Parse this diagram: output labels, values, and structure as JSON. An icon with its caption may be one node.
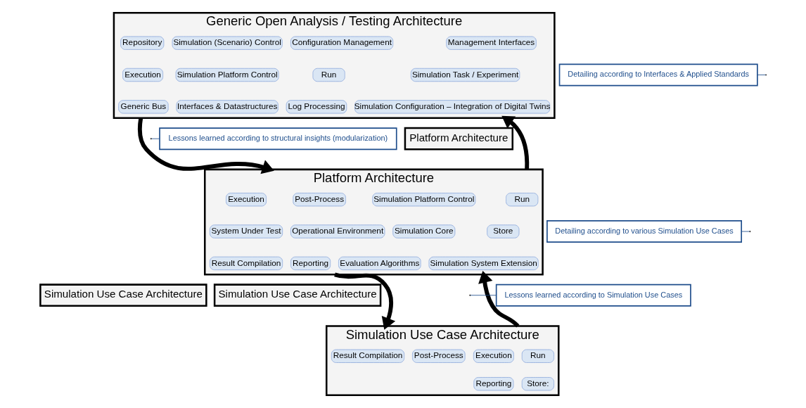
{
  "diagram": {
    "nodes": [
      {
        "text": [
          "Generic Open Analysis / Testing Architecture"
        ]
      },
      {
        "text": [
          "Platform Architecture"
        ]
      },
      {
        "text": [
          "Platform Architecture"
        ]
      },
      {
        "text": [
          "Simulation Use Case Architecture"
        ]
      },
      {
        "text": [
          "Simulation Use Case Architecture"
        ]
      },
      {
        "text": [
          "Simulation Use Case Architecture"
        ]
      },
      {
        "text": [
          "Detailing according to Interfaces & Applied Standards"
        ]
      },
      {
        "text": [
          "Detailing according to various Simulation Use Cases"
        ]
      },
      {
        "text": [
          "Lessons learned according to structural insights (modularization)"
        ]
      },
      {
        "text": [
          "Lessons learned according to Simulation Use Cases"
        ]
      },
      {
        "text": [
          "Management Interfaces"
        ],
        "in": 0
      },
      {
        "text": [
          "Configuration Management"
        ],
        "in": 0
      },
      {
        "text": [
          "Simulation (Scenario) Control"
        ],
        "in": 0
      },
      {
        "text": [
          "Repository"
        ],
        "in": 0
      },
      {
        "text": [
          "Simulation Task / Experiment"
        ],
        "in": 0
      },
      {
        "text": [
          "Run"
        ],
        "in": 0
      },
      {
        "text": [
          "Simulation Platform Control"
        ],
        "in": 0
      },
      {
        "text": [
          "Execution"
        ],
        "in": 0
      },
      {
        "text": [
          "Simulation Configuration – Integration of Digital Twins"
        ],
        "in": 0
      },
      {
        "text": [
          "Log Processing"
        ],
        "in": 0
      },
      {
        "text": [
          "Interfaces & Datastructures"
        ],
        "in": 0
      },
      {
        "text": [
          "Generic Bus"
        ],
        "in": 0
      },
      {
        "text": [
          "Run"
        ],
        "in": 2
      },
      {
        "text": [
          "Simulation Platform Control"
        ],
        "in": 2
      },
      {
        "text": [
          "Execution"
        ],
        "in": 2
      },
      {
        "text": [
          "Post-Process"
        ],
        "in": 2
      },
      {
        "text": [
          "Store"
        ],
        "in": 2
      },
      {
        "text": [
          "Simulation Core"
        ],
        "in": 2
      },
      {
        "text": [
          "System Under Test"
        ],
        "in": 2
      },
      {
        "text": [
          "Operational Environment"
        ],
        "in": 2
      },
      {
        "text": [
          "Simulation System Extension"
        ],
        "in": 2
      },
      {
        "text": [
          "Evaluation Algorithms"
        ],
        "in": 2
      },
      {
        "text": [
          "Result Compilation"
        ],
        "in": 2
      },
      {
        "text": [
          "Reporting"
        ],
        "in": 2
      },
      {
        "text": [
          "Run"
        ],
        "in": 5
      },
      {
        "text": [
          "Execution"
        ],
        "in": 5
      },
      {
        "text": [
          "Post-Process"
        ],
        "in": 5
      },
      {
        "text": [
          "Result Compilation"
        ],
        "in": 5
      },
      {
        "text": [
          "Store:"
        ],
        "in": 5
      },
      {
        "text": [
          "Reporting"
        ],
        "in": 5
      }
    ],
    "edges": [
      {
        "from": 0,
        "to": 2,
        "arrow": "to",
        "style": "thick",
        "color": "#000000"
      },
      {
        "from": 2,
        "to": 5,
        "arrow": "to",
        "style": "thick",
        "color": "#000000"
      },
      {
        "from": 2,
        "to": 0,
        "arrow": "to",
        "style": "thick",
        "color": "#000000"
      },
      {
        "from": 5,
        "to": 2,
        "arrow": "to",
        "style": "thick",
        "color": "#000000"
      },
      {
        "from": 6,
        "to": null,
        "arrow": "none",
        "color": "#1f4e8c"
      },
      {
        "from": 7,
        "to": null,
        "arrow": "none",
        "color": "#1f4e8c"
      },
      {
        "from": 8,
        "to": null,
        "arrow": "none",
        "color": "#1f4e8c"
      },
      {
        "from": 9,
        "to": null,
        "arrow": "none",
        "color": "#1f4e8c"
      }
    ]
  }
}
